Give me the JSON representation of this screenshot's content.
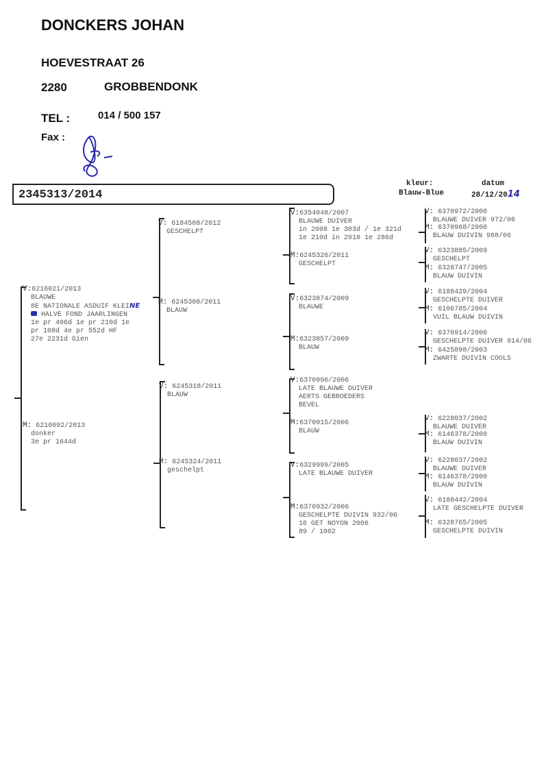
{
  "header": {
    "name": "DONCKERS JOHAN",
    "street": "HOEVESTRAAT 26",
    "postcode": "2280",
    "city": "GROBBENDONK",
    "tel_label": "TEL :",
    "tel": "014 / 500 157",
    "fax_label": "Fax :"
  },
  "ring_number": "2345313/2014",
  "kleur_label": "kleur:",
  "kleur": "Blauw-Blue",
  "datum_label": "datum",
  "datum_printed": "28/12/20",
  "datum_handwritten": "14",
  "colors": {
    "ink": "#222222",
    "text": "#555555",
    "handwriting": "#2a2aa8"
  },
  "pedigree": {
    "gen1": [
      {
        "label": "V:",
        "ring": "6216021/2013",
        "lines": [
          "BLAUWE",
          "8E NATIONALE ASDUIF KLEI",
          "HALVE FOND JAARLINGEN",
          "1e pr 406d 1e pr 210d 1e",
          " pr 108d  4e pr 552d  HF",
          "27e 2231d Gien"
        ],
        "handwritten_suffix": "NE"
      },
      {
        "label": "M:",
        "ring": " 6216092/2013",
        "lines": [
          "donker",
          "3e pr 1644d"
        ]
      }
    ],
    "gen2": [
      {
        "label": "V:",
        "ring": " 6184508/2012",
        "lines": [
          "GESCHELPT"
        ]
      },
      {
        "label": "M:",
        "ring": " 6245308/2011",
        "lines": [
          "BLAUW"
        ]
      },
      {
        "label": "V:",
        "ring": " 6245318/2011",
        "lines": [
          "BLAUW"
        ]
      },
      {
        "label": "M:",
        "ring": " 6245324/2011",
        "lines": [
          "geschelpt"
        ]
      }
    ],
    "gen3": [
      {
        "label": "V:",
        "ring": "6354048/2007",
        "lines": [
          "BLAUWE DUIVER",
          "in 2008 1e 303d / 1e 321d",
          "1e 210d  in 2010  1e 286d"
        ]
      },
      {
        "label": "M:",
        "ring": "6245326/2011",
        "lines": [
          "GESCHELPT"
        ]
      },
      {
        "label": "V:",
        "ring": "6323874/2009",
        "lines": [
          "BLAUWE"
        ]
      },
      {
        "label": "M:",
        "ring": "6323857/2009",
        "lines": [
          "BLAUW"
        ]
      },
      {
        "label": "V:",
        "ring": "6370996/2006",
        "lines": [
          "LATE BLAUWE DUIVER",
          "AERTS GEBROEDERS",
          "BEVEL"
        ]
      },
      {
        "label": "M:",
        "ring": "6370915/2006",
        "lines": [
          "BLAUW"
        ]
      },
      {
        "label": "V:",
        "ring": "6329999/2005",
        "lines": [
          "LATE BLAUWE DUIVER"
        ]
      },
      {
        "label": "M:",
        "ring": "6370932/2006",
        "lines": [
          "GESCHELPTE DUIVIN 932/06",
          "16 GET NOYON 2006",
          "89 / 1002"
        ]
      }
    ],
    "gen4": [
      {
        "label": "V:",
        "ring": " 6370972/2006",
        "lines": [
          "BLAUWE DUIVER 972/06"
        ]
      },
      {
        "label": "M:",
        "ring": " 6370988/2006",
        "lines": [
          "BLAUW DUIVIN 988/06"
        ]
      },
      {
        "label": "V:",
        "ring": " 6323885/2009",
        "lines": [
          "GESCHELPT"
        ]
      },
      {
        "label": "M:",
        "ring": " 6328747/2005",
        "lines": [
          "BLAUW DUIVIN"
        ]
      },
      {
        "label": "V:",
        "ring": " 6188429/2004",
        "lines": [
          "GESCHELPTE DUIVER"
        ]
      },
      {
        "label": "M:",
        "ring": " 6106785/2004",
        "lines": [
          "VUIL BLAUW DUIVIN"
        ]
      },
      {
        "label": "V:",
        "ring": " 6370914/2006",
        "lines": [
          "GESCHELPTE DUIVER 914/06"
        ]
      },
      {
        "label": "M:",
        "ring": " 6425898/2003",
        "lines": [
          "ZWARTE DUIVIN COOLS"
        ]
      },
      null,
      null,
      {
        "label": "V:",
        "ring": " 6228037/2002",
        "lines": [
          "BLAUWE DUIVER"
        ]
      },
      {
        "label": "M:",
        "ring": " 6146378/2000",
        "lines": [
          "BLAUW DUIVIN"
        ]
      },
      {
        "label": "V:",
        "ring": " 6228037/2002",
        "lines": [
          "BLAUWE DUIVER"
        ]
      },
      {
        "label": "M:",
        "ring": " 6146378/2000",
        "lines": [
          "BLAUW DUIVIN"
        ]
      },
      {
        "label": "V:",
        "ring": " 6188442/2004",
        "lines": [
          "LATE GESCHELPTE DUIVER"
        ]
      },
      {
        "label": "M:",
        "ring": " 6328765/2005",
        "lines": [
          "GESCHELPTE DUIVIN"
        ]
      }
    ]
  }
}
